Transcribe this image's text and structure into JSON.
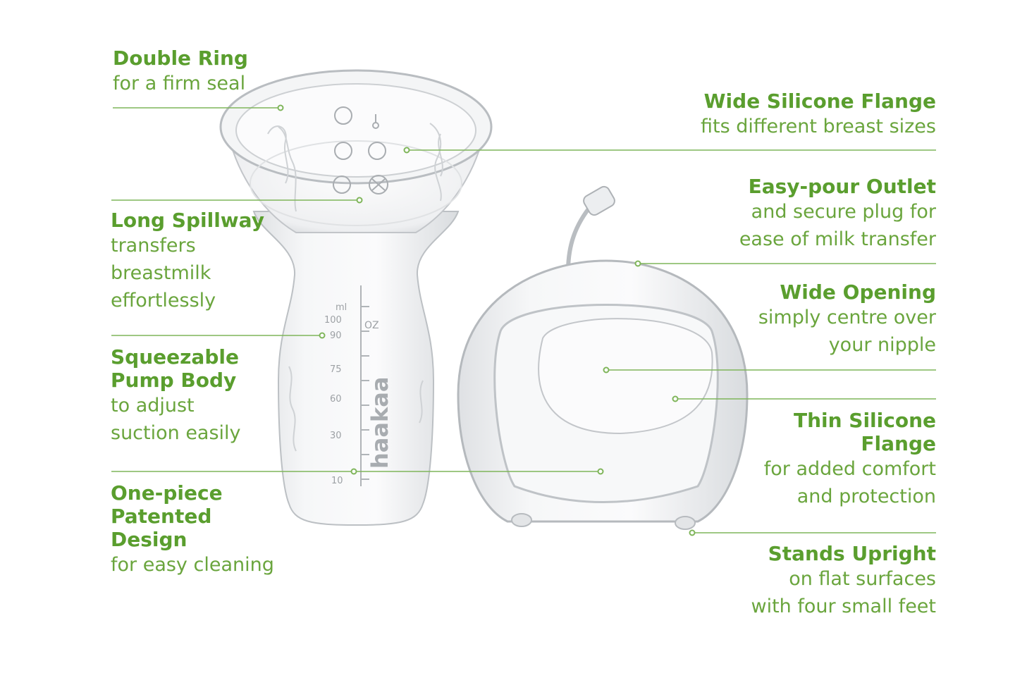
{
  "brand": "haakaa",
  "colors": {
    "green": "#5a9e2e",
    "line": "#7fb55a",
    "silicone": "#c9ccd0"
  },
  "left_labels": [
    {
      "id": "double-ring",
      "title": [
        "Double Ring"
      ],
      "sub": [
        "for a firm seal"
      ]
    },
    {
      "id": "long-spillway",
      "title": [
        "Long Spillway"
      ],
      "sub": [
        "transfers",
        "breastmilk",
        "effortlessly"
      ]
    },
    {
      "id": "squeezable-pump-body",
      "title": [
        "Squeezable",
        "Pump Body"
      ],
      "sub": [
        "to adjust",
        "suction easily"
      ]
    },
    {
      "id": "one-piece-patented-design",
      "title": [
        "One-piece",
        "Patented",
        "Design"
      ],
      "sub": [
        "for easy cleaning"
      ]
    }
  ],
  "right_labels": [
    {
      "id": "wide-silicone-flange",
      "title": [
        "Wide Silicone Flange"
      ],
      "sub": [
        "fits different breast sizes"
      ]
    },
    {
      "id": "easy-pour-outlet",
      "title": [
        "Easy-pour Outlet"
      ],
      "sub": [
        "and secure plug for",
        "ease of milk transfer"
      ]
    },
    {
      "id": "wide-opening",
      "title": [
        "Wide Opening"
      ],
      "sub": [
        "simply centre over",
        "your nipple"
      ]
    },
    {
      "id": "thin-silicone-flange",
      "title": [
        "Thin Silicone",
        "Flange"
      ],
      "sub": [
        "for added comfort",
        "and protection"
      ]
    },
    {
      "id": "stands-upright",
      "title": [
        "Stands Upright"
      ],
      "sub": [
        "on flat surfaces",
        "with four small feet"
      ]
    }
  ],
  "pump_scale": {
    "units": [
      "ml",
      "OZ"
    ],
    "ml_ticks": [
      "100",
      "90",
      "75",
      "60",
      "30",
      "10"
    ]
  }
}
